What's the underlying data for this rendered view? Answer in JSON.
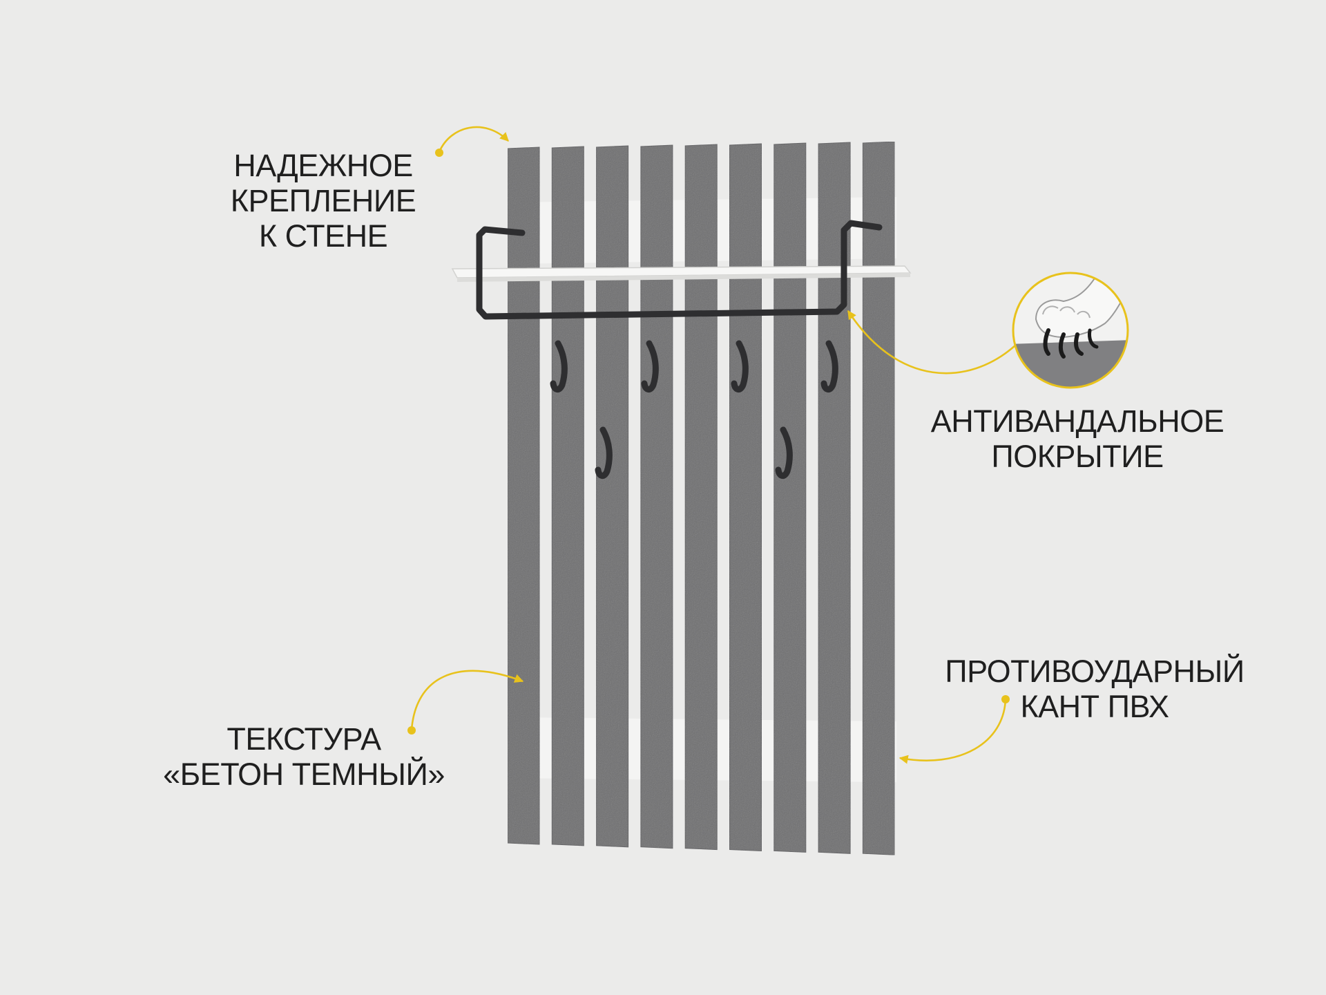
{
  "colors": {
    "background": "#ebebea",
    "slat": "#6f6f71",
    "slat_edge": "#5c5c5e",
    "crossbar": "#f4f4f3",
    "shelf": "#f7f7f6",
    "metal": "#2e2e30",
    "accent": "#e8c21c",
    "text": "#1f1f1f"
  },
  "callouts": {
    "mounting": {
      "lines": [
        "НАДЕЖНОЕ",
        "КРЕПЛЕНИЕ",
        "К СТЕНЕ"
      ]
    },
    "antivandal": {
      "lines": [
        "АНТИВАНДАЛЬНОЕ",
        "ПОКРЫТИЕ"
      ],
      "icon": "cat-paw-scratch-icon"
    },
    "texture": {
      "lines": [
        "ТЕКСТУРА",
        "«БЕТОН ТЕМНЫЙ»"
      ]
    },
    "edge": {
      "lines": [
        "ПРОТИВОУДАРНЫЙ",
        "КАНТ ПВХ"
      ]
    }
  },
  "product": {
    "slat_count": 9,
    "top_hooks": 4,
    "lower_hooks": 2,
    "has_shelf": true,
    "has_rail": true
  }
}
